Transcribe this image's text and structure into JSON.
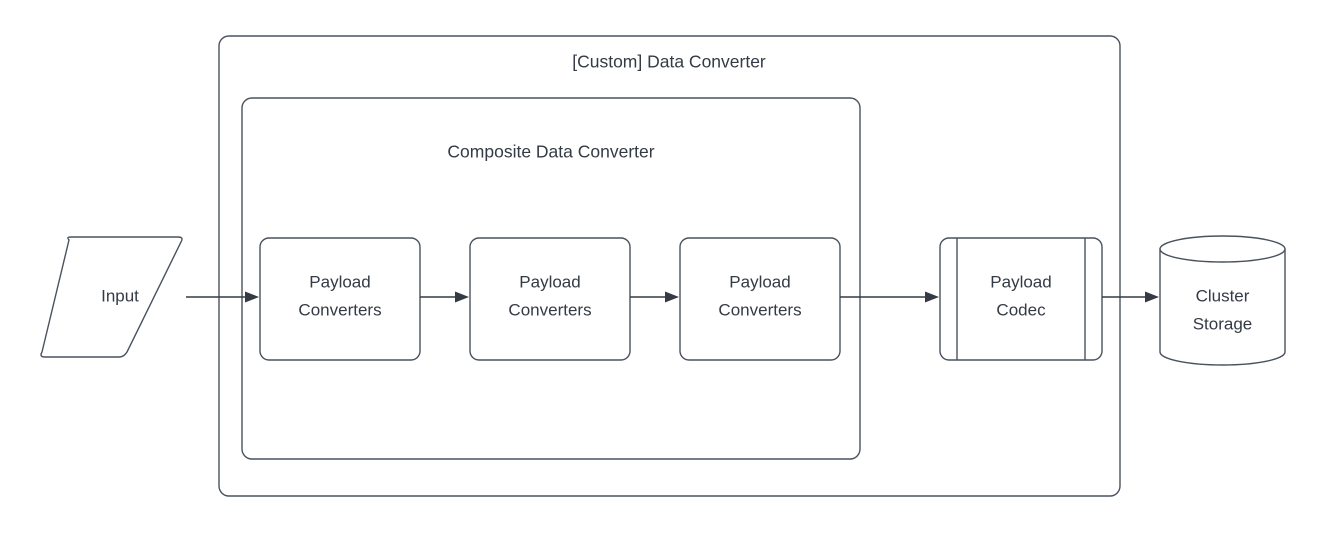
{
  "diagram": {
    "type": "flowchart",
    "background_color": "#ffffff",
    "stroke_color": "#4a525e",
    "text_color": "#343b45",
    "arrow_color": "#343b45",
    "containers": [
      {
        "id": "custom-data-converter",
        "label": "[Custom] Data Converter",
        "shape": "rounded-rectangle",
        "label_position": "top-center"
      },
      {
        "id": "composite-data-converter",
        "label": "Composite Data Converter",
        "shape": "rounded-rectangle",
        "label_position": "top-center"
      }
    ],
    "nodes": [
      {
        "id": "input",
        "label": "Input",
        "shape": "parallelogram"
      },
      {
        "id": "payload-converters-1",
        "label_line1": "Payload",
        "label_line2": "Converters",
        "shape": "rounded-rectangle"
      },
      {
        "id": "payload-converters-2",
        "label_line1": "Payload",
        "label_line2": "Converters",
        "shape": "rounded-rectangle"
      },
      {
        "id": "payload-converters-3",
        "label_line1": "Payload",
        "label_line2": "Converters",
        "shape": "rounded-rectangle"
      },
      {
        "id": "payload-codec",
        "label_line1": "Payload",
        "label_line2": "Codec",
        "shape": "process"
      },
      {
        "id": "cluster-storage",
        "label_line1": "Cluster",
        "label_line2": "Storage",
        "shape": "cylinder"
      }
    ],
    "edges": [
      {
        "from": "input",
        "to": "payload-converters-1",
        "style": "solid",
        "arrow": "filled-triangle"
      },
      {
        "from": "payload-converters-1",
        "to": "payload-converters-2",
        "style": "solid",
        "arrow": "filled-triangle"
      },
      {
        "from": "payload-converters-2",
        "to": "payload-converters-3",
        "style": "solid",
        "arrow": "filled-triangle"
      },
      {
        "from": "payload-converters-3",
        "to": "payload-codec",
        "style": "solid",
        "arrow": "filled-triangle"
      },
      {
        "from": "payload-codec",
        "to": "cluster-storage",
        "style": "solid",
        "arrow": "filled-triangle"
      }
    ]
  }
}
